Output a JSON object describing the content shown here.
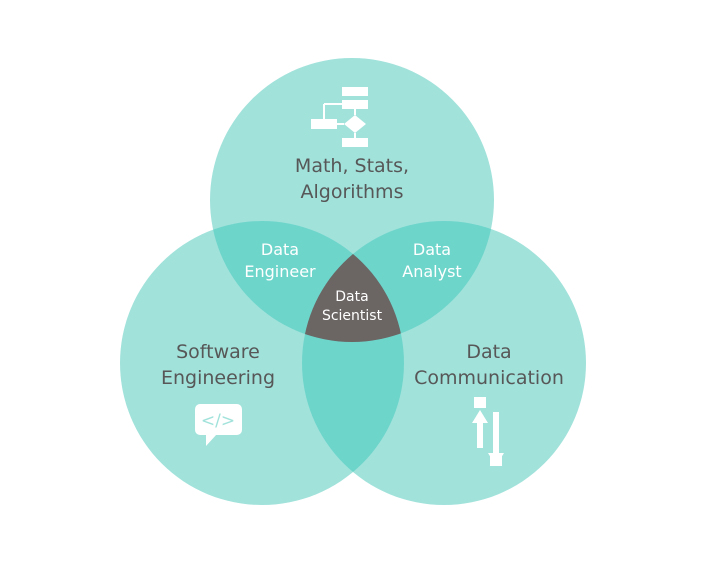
{
  "colors": {
    "circle_fill": "#a1e2db",
    "overlap_fill": "#6ed5cb",
    "center_fill": "#6b6564",
    "label_dark": "#575757",
    "label_light": "#ffffff"
  },
  "circles": {
    "top": {
      "line1": "Math, Stats,",
      "line2": "Algorithms",
      "icon": "flowchart-icon"
    },
    "left": {
      "line1": "Software",
      "line2": "Engineering",
      "icon": "code-icon",
      "icon_text": "</>"
    },
    "right": {
      "line1": "Data",
      "line2": "Communication",
      "icon": "transfer-arrows-icon"
    }
  },
  "overlaps": {
    "top_left": {
      "line1": "Data",
      "line2": "Engineer"
    },
    "top_right": {
      "line1": "Data",
      "line2": "Analyst"
    }
  },
  "center": {
    "line1": "Data",
    "line2": "Scientist"
  }
}
